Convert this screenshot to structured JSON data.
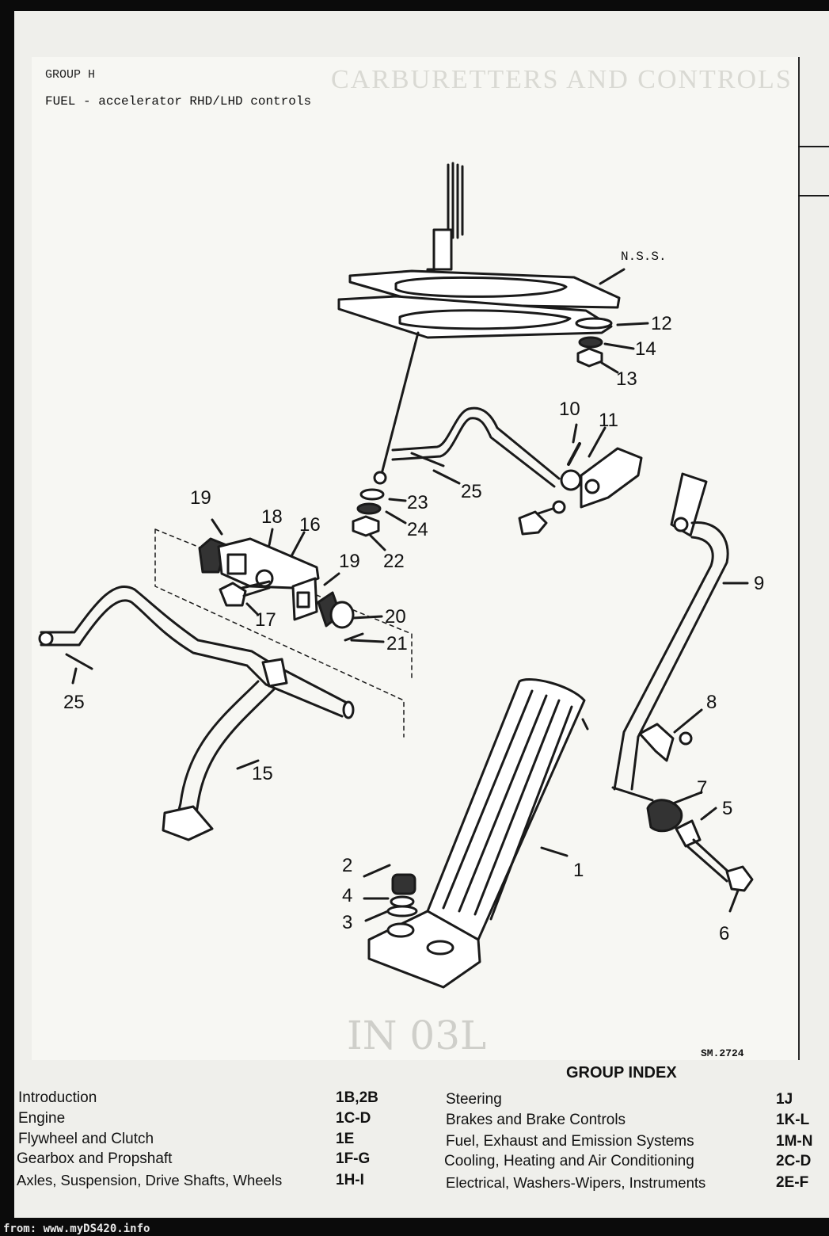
{
  "header": {
    "group": "GROUP H",
    "title": "FUEL - accelerator RHD/LHD controls",
    "ghost_heading": "CARBURETTERS AND CONTROLS"
  },
  "diagram": {
    "side_label": "N.S.S.",
    "reference": "SM.2724",
    "handwritten": "IN 03L",
    "callouts": [
      "1",
      "2",
      "3",
      "4",
      "5",
      "6",
      "7",
      "8",
      "9",
      "10",
      "11",
      "12",
      "13",
      "14",
      "15",
      "16",
      "17",
      "18",
      "19",
      "19",
      "20",
      "21",
      "22",
      "23",
      "24",
      "25",
      "25"
    ]
  },
  "group_index": {
    "title": "GROUP INDEX",
    "left": [
      {
        "label": "Introduction",
        "code": "1B,2B"
      },
      {
        "label": "Engine",
        "code": "1C-D"
      },
      {
        "label": "Flywheel and Clutch",
        "code": "1E"
      },
      {
        "label": "Gearbox and Propshaft",
        "code": "1F-G"
      },
      {
        "label": "Axles, Suspension, Drive Shafts, Wheels",
        "code": "1H-I"
      }
    ],
    "right": [
      {
        "label": "Steering",
        "code": "1J"
      },
      {
        "label": "Brakes and Brake Controls",
        "code": "1K-L"
      },
      {
        "label": "Fuel, Exhaust and Emission Systems",
        "code": "1M-N"
      },
      {
        "label": "Cooling, Heating and Air Conditioning",
        "code": "2C-D"
      },
      {
        "label": "Electrical, Washers-Wipers, Instruments",
        "code": "2E-F"
      }
    ]
  },
  "footer": "from: www.myDS420.info"
}
